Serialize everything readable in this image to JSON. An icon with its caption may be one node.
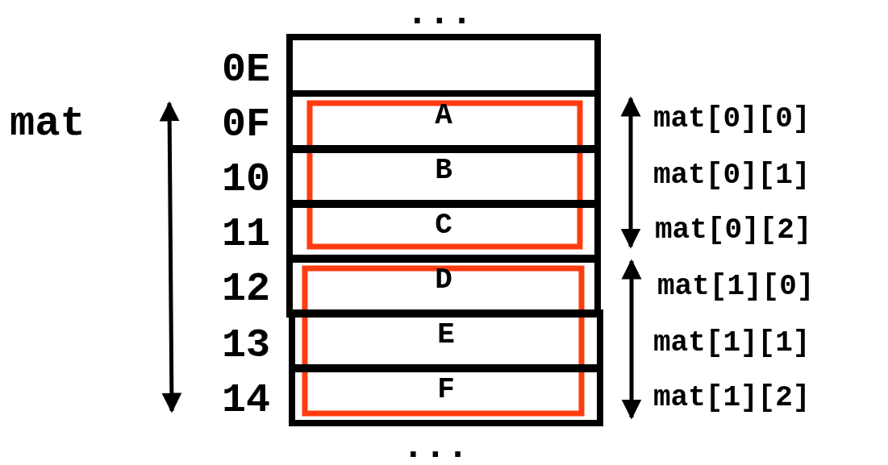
{
  "diagram": {
    "nodes": [
      {
        "text": [],
        "shape": "box"
      },
      {
        "text": [
          "A"
        ]
      },
      {
        "text": [
          "B"
        ]
      },
      {
        "text": [
          "C"
        ]
      },
      {
        "text": [
          "D"
        ]
      },
      {
        "text": [
          "E"
        ]
      },
      {
        "text": [
          "F"
        ]
      }
    ],
    "labels": [
      "...",
      "0E",
      "mat",
      "0F",
      "mat[0][0]",
      "10",
      "mat[0][1]",
      "11",
      "mat[0][2]",
      "12",
      "mat[1][0]",
      "13",
      "mat[1][1]",
      "14",
      "mat[1][2]",
      "..."
    ]
  }
}
